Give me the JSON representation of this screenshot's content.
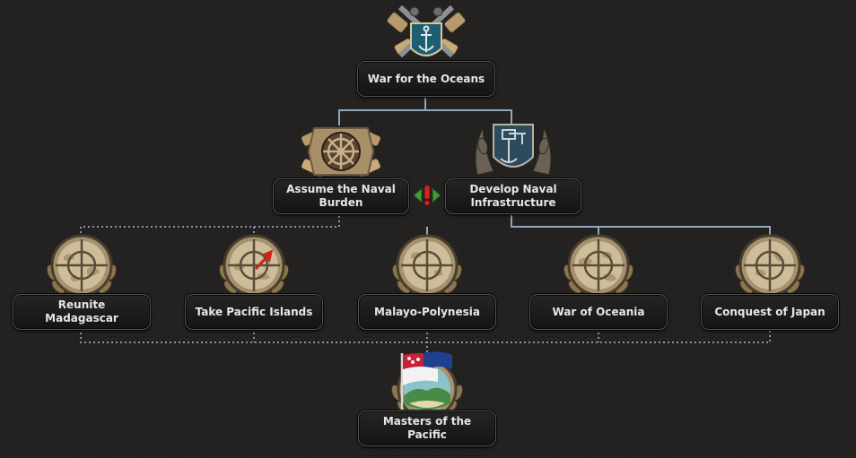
{
  "focus_tree": {
    "root": {
      "label": "War for the Oceans",
      "icon": "anchor-crossed-cannons-icon"
    },
    "tier2": [
      {
        "label": "Assume the Naval Burden",
        "icon": "ship-wheel-icon"
      },
      {
        "label": "Develop Naval Infrastructure",
        "icon": "naval-dock-icon"
      }
    ],
    "exclusive_icon": "mutually-exclusive-icon",
    "tier3": [
      {
        "label": "Reunite Madagascar",
        "icon": "crosshair-icon"
      },
      {
        "label": "Take Pacific Islands",
        "icon": "crosshair-arrow-icon"
      },
      {
        "label": "Malayo-Polynesia",
        "icon": "crosshair-icon"
      },
      {
        "label": "War of Oceania",
        "icon": "crosshair-icon"
      },
      {
        "label": "Conquest of Japan",
        "icon": "crosshair-icon"
      }
    ],
    "final": {
      "label": "Masters of the Pacific",
      "icon": "pacific-flag-island-icon"
    }
  },
  "colors": {
    "background": "#222120",
    "solid_line": "#8fa7bf",
    "dotted_line": "#7f97ad",
    "label_text": "#e8e6e0",
    "exclusive_green": "#3f9a3a",
    "exclusive_red": "#d0281c"
  }
}
